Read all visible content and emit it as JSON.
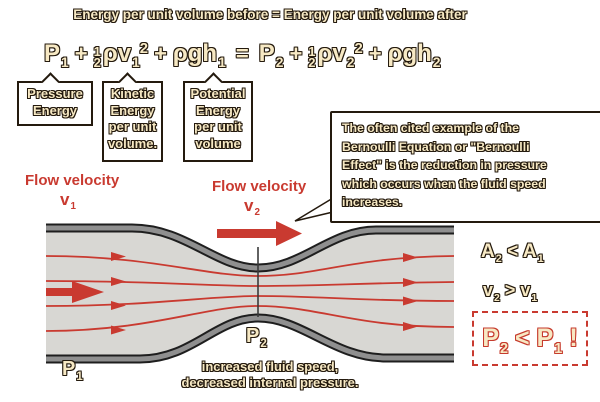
{
  "title": "Energy per unit volume before = Energy per unit volume after",
  "equation": {
    "p": "P",
    "sub1": "1",
    "sub2": "2",
    "plus": "+",
    "equals": "=",
    "half_num": "1",
    "half_den": "2",
    "rho_v": "ρv",
    "sup_2": "2",
    "rho_gh": "ρgh"
  },
  "term_labels": {
    "pressure": {
      "line1": "Pressure",
      "line2": "Energy"
    },
    "kinetic": {
      "line1": "Kinetic",
      "line2": "Energy",
      "line3": "per unit",
      "line4": "volume."
    },
    "potential": {
      "line1": "Potential",
      "line2": "Energy",
      "line3": "per unit",
      "line4": "volume"
    }
  },
  "flow1": {
    "label": "Flow velocity",
    "symbol": "v",
    "sub": "1"
  },
  "flow2": {
    "label": "Flow velocity",
    "symbol": "v",
    "sub": "2"
  },
  "callout": {
    "line1": "The often cited example of the",
    "line2": "Bernoulli Equation or \"Bernoulli",
    "line3": "Effect\" is the reduction in pressure",
    "line4": "which occurs when the fluid speed",
    "line5": "increases."
  },
  "comparisons": {
    "area": {
      "lhs": "A",
      "lhs_sub": "2",
      "op": "<",
      "rhs": "A",
      "rhs_sub": "1"
    },
    "velocity": {
      "lhs": "v",
      "lhs_sub": "2",
      "op": ">",
      "rhs": "v",
      "rhs_sub": "1"
    },
    "pressure": {
      "lhs": "P",
      "lhs_sub": "2",
      "op": "<",
      "rhs": "P",
      "rhs_sub": "1",
      "suffix": "!"
    }
  },
  "tube_labels": {
    "p1": {
      "symbol": "P",
      "sub": "1"
    },
    "p2": {
      "symbol": "P",
      "sub": "2"
    }
  },
  "caption": {
    "line1": "increased fluid speed,",
    "line2": "decreased internal pressure."
  },
  "colors": {
    "background": "#ffffff",
    "text_outline": "#241a0e",
    "text_fill": "#f7e9c4",
    "red": "#c93a30",
    "red_outline": "#c63b2d",
    "tube_interior": "#d8d7d3",
    "tube_wall": "#8f8f8f",
    "tube_edge": "#1e1e1e"
  }
}
